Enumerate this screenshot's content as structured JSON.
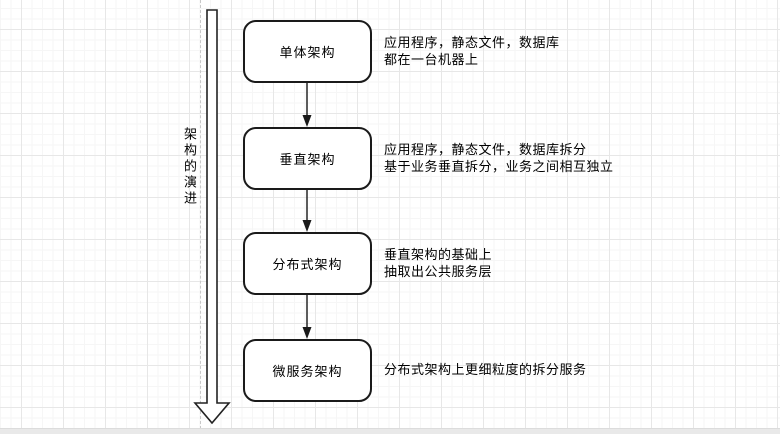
{
  "canvas": {
    "axis_label": "架构的演进",
    "stages": [
      {
        "name": "单体架构",
        "description": "应用程序，静态文件，数据库\n都在一台机器上"
      },
      {
        "name": "垂直架构",
        "description": "应用程序，静态文件，数据库拆分\n基于业务垂直拆分，业务之间相互独立"
      },
      {
        "name": "分布式架构",
        "description": "垂直架构的基础上\n抽取出公共服务层"
      },
      {
        "name": "微服务架构",
        "description": "分布式架构上更细粒度的拆分服务"
      }
    ],
    "colors": {
      "shape_stroke": "#1a1a1a",
      "shape_fill": "#ffffff",
      "connector": "#333333",
      "grid_major": "#e7e7e7",
      "grid_minor": "#f6f6f6",
      "guide_dash": "#c9c9c9",
      "text": "#000000"
    }
  }
}
